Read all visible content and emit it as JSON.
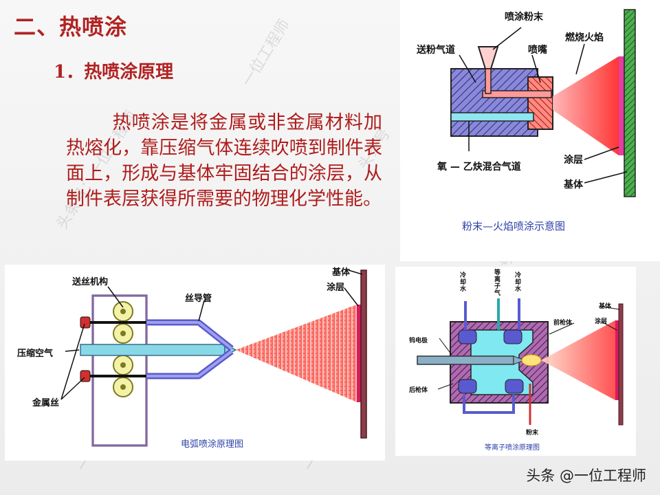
{
  "slide": {
    "title": "二、热喷涂",
    "subtitle": "1．热喷涂原理",
    "body": "热喷涂是将金属或非金属材料加热熔化，靠压缩气体连续吹喷到制件表面上，形成与基体牢固结合的涂层，从制件表层获得所需要的物理化学性能。"
  },
  "flame_diagram": {
    "caption": "粉末—火焰喷涂示意图",
    "labels": {
      "powder": "喷涂粉末",
      "powder_gas": "送粉气道",
      "nozzle": "喷嘴",
      "flame": "燃烧火焰",
      "gas_mix": "氧 — 乙炔混合气道",
      "coating": "涂层",
      "substrate": "基体"
    }
  },
  "arc_diagram": {
    "caption": "电弧喷涂原理图",
    "labels": {
      "wire_feed": "送丝机构",
      "wire_guide": "丝导管",
      "air": "压缩空气",
      "metal_wire": "金属丝",
      "substrate": "基体",
      "coating": "涂层"
    }
  },
  "plasma_diagram": {
    "caption": "等离子喷涂原理图",
    "labels": {
      "coolant_left": "冷却水",
      "plasma_gas": "等离子气",
      "coolant_right": "冷却水",
      "front_gun": "前枪体",
      "tungsten": "钨电极",
      "rear_gun": "后枪体",
      "powder": "粉末",
      "substrate": "基体",
      "coating": "涂层"
    }
  },
  "watermarks": [
    "头条号：一位工程师",
    "一位工程师",
    "头条号",
    "一位工程师",
    "一位工程师",
    "头条号"
  ],
  "credit": "头条 @一位工程师",
  "colors": {
    "title_red": "#b22222",
    "caption_blue": "#2a3fa8",
    "gun_body": "#8080d0",
    "cooling": "#7fe0e8",
    "spray_red": "#f03c3c",
    "substrate_green": "#2e7d32"
  }
}
